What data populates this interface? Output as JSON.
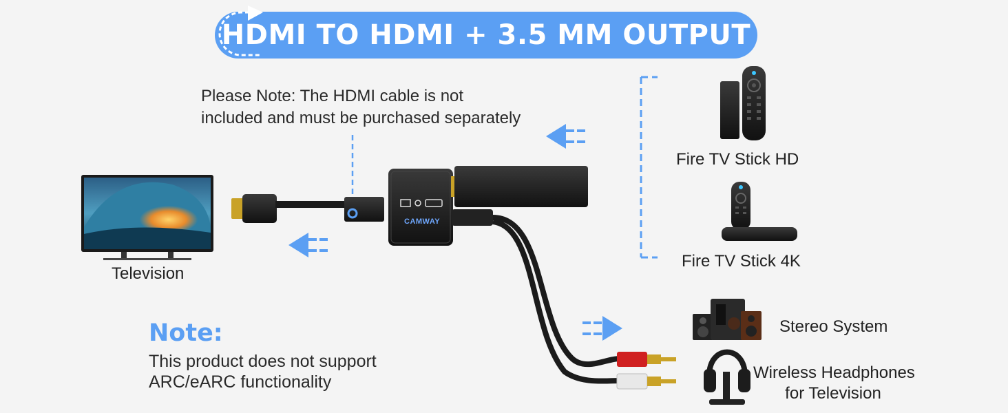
{
  "banner": {
    "title": "HDMI TO HDMI + 3.5 MM OUTPUT"
  },
  "cable_note": {
    "line1": "Please Note: The HDMI cable is not",
    "line2": "included and must be purchased separately"
  },
  "adapter": {
    "brand": "CAMWAY"
  },
  "devices": {
    "television": "Television",
    "fire_tv_hd": "Fire TV Stick HD",
    "fire_tv_4k": "Fire TV Stick 4K",
    "stereo": "Stereo System",
    "headphones_line1": "Wireless Headphones",
    "headphones_line2": "for Television"
  },
  "note": {
    "heading": "Note:",
    "line1": "This product does not support",
    "line2": "ARC/eARC functionality"
  },
  "colors": {
    "accent": "#5b9ff3",
    "device_black": "#1c1c1c",
    "rca_red": "#d02020",
    "rca_white": "#e8e8e8",
    "gold": "#c9a227"
  },
  "icons": [
    "u-turn-arrow-icon",
    "left-arrow-icon",
    "right-arrow-icon",
    "hdmi-port-icon"
  ]
}
